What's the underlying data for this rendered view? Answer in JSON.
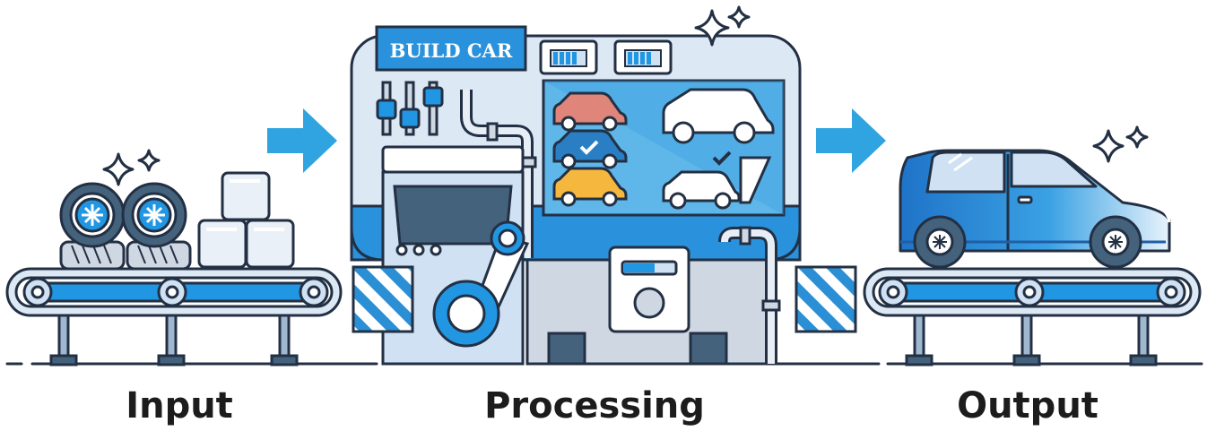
{
  "machine": {
    "sign_text": "BUILD CAR"
  },
  "stages": {
    "input": "Input",
    "processing": "Processing",
    "output": "Output"
  },
  "colors": {
    "outline": "#233044",
    "accent_blue": "#2196e3",
    "light_blue": "#cfe1f3",
    "arrow_blue": "#2fa4e0",
    "red_car": "#e0857a",
    "yellow_car": "#f5b73e",
    "dark_panel": "#44627c"
  },
  "icons": [
    "arrow-right-icon",
    "sparkle-icon",
    "check-icon",
    "tire-icon",
    "cube-icon",
    "car-icon"
  ]
}
